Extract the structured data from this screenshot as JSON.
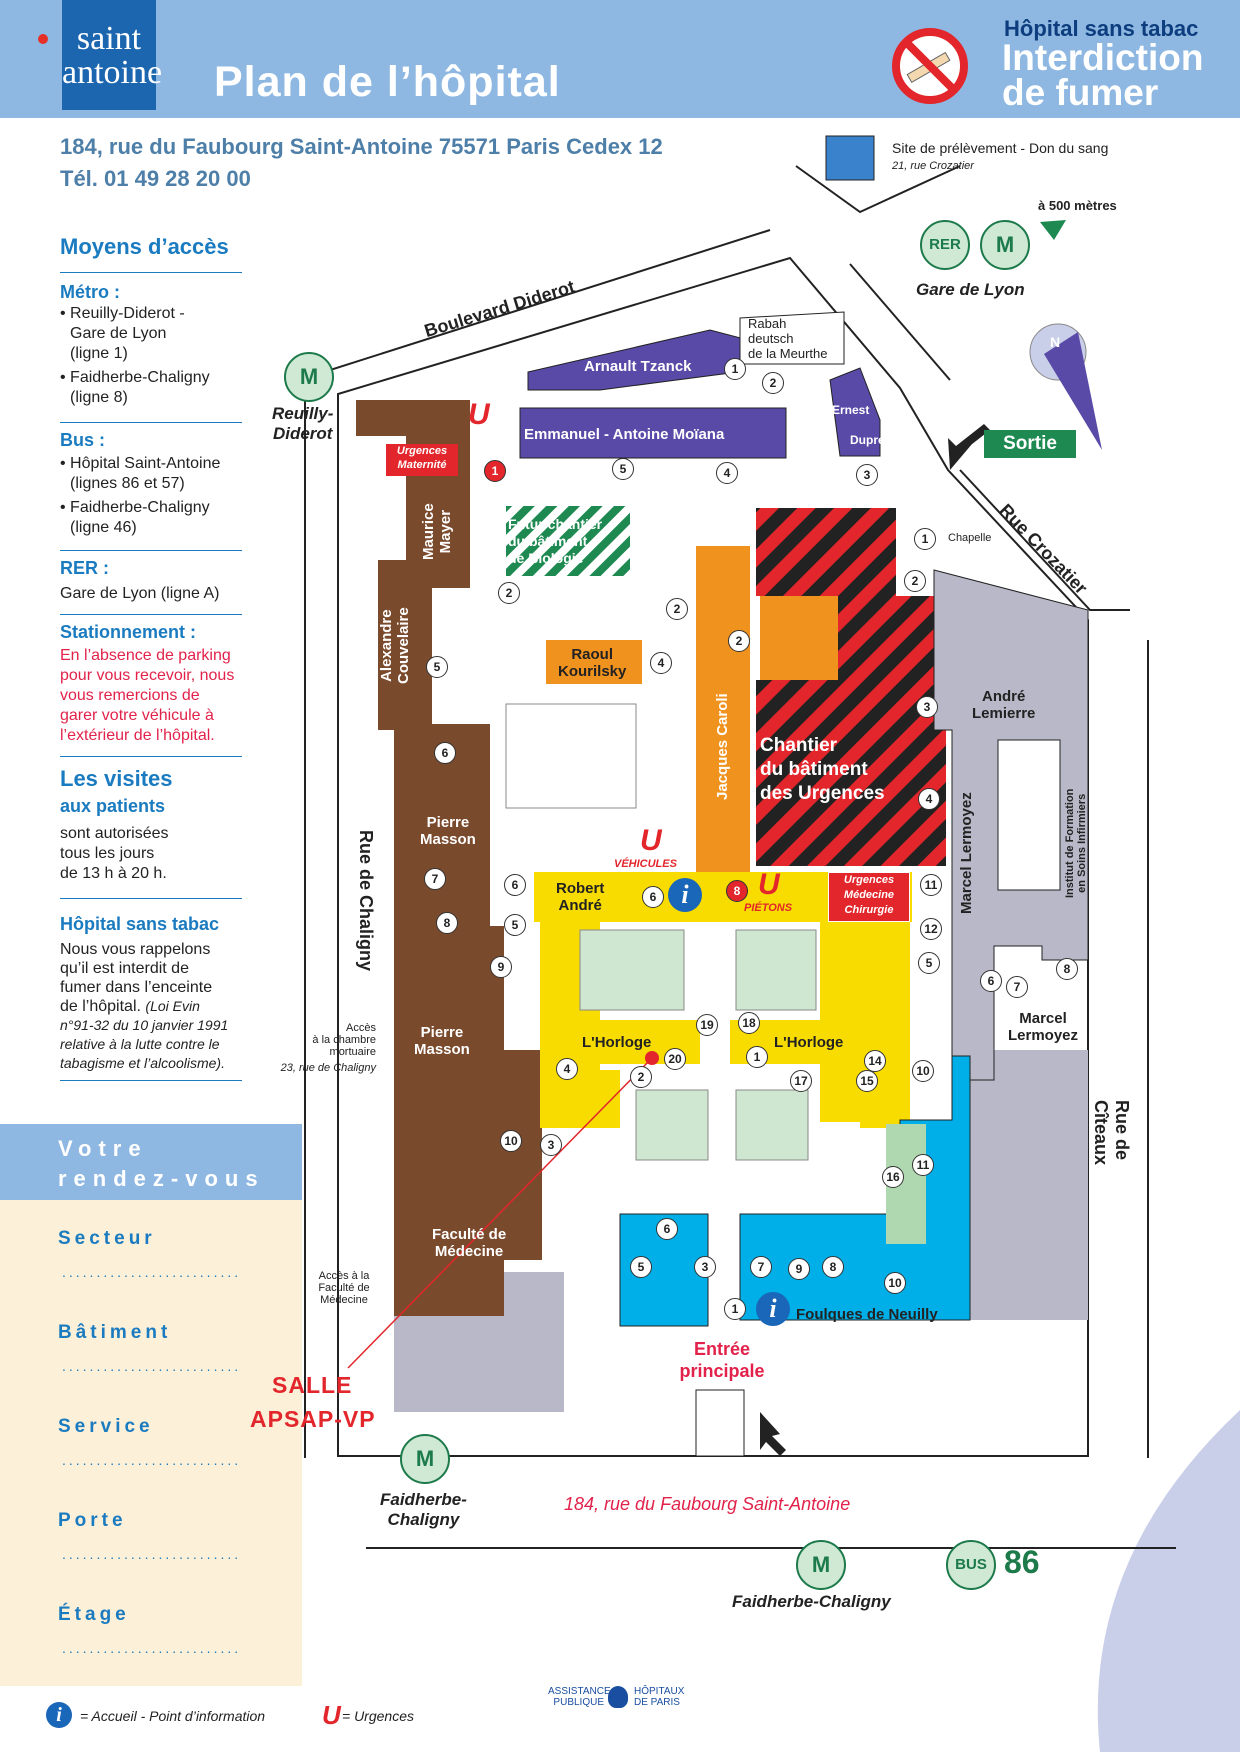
{
  "header": {
    "logo_line1": "saint",
    "logo_line2": "antoine",
    "title": "Plan de l’hôpital",
    "tabac_sub": "Hôpital sans tabac",
    "tabac_main_1": "Interdiction",
    "tabac_main_2": "de fumer"
  },
  "address": {
    "line1": "184, rue du Faubourg Saint-Antoine 75571 Paris Cedex 12",
    "line2": "Tél. 01 49 28 20 00"
  },
  "access": {
    "title": "Moyens d’accès",
    "metro_label": "Métro :",
    "metro_1": "• Reuilly-Diderot -",
    "metro_1b": "Gare de Lyon",
    "metro_1c": "(ligne 1)",
    "metro_2": "• Faidherbe-Chaligny",
    "metro_2b": "(ligne 8)",
    "bus_label": "Bus :",
    "bus_1": "• Hôpital Saint-Antoine",
    "bus_1b": "(lignes 86 et 57)",
    "bus_2": "• Faidherbe-Chaligny",
    "bus_2b": "(ligne 46)",
    "rer_label": "RER :",
    "rer_1": "Gare de Lyon (ligne A)",
    "parking_label": "Stationnement :",
    "parking_1": "En l’absence de parking",
    "parking_2": "pour vous recevoir, nous",
    "parking_3": "vous remercions de",
    "parking_4": "garer votre véhicule à",
    "parking_5": "l’extérieur de l’hôpital.",
    "visits_title": "Les visites",
    "visits_sub": "aux patients",
    "visits_1": "sont autorisées",
    "visits_2": "tous les jours",
    "visits_3": "de 13 h à 20 h.",
    "tabac_title": "Hôpital sans tabac",
    "tabac_1": "Nous vous rappelons",
    "tabac_2": "qu’il est interdit de",
    "tabac_3": "fumer dans l’enceinte",
    "tabac_4": "de l’hôpital.",
    "tabac_5": "(Loi Evin",
    "tabac_6": "n°91-32 du 10 janvier 1991",
    "tabac_7": "relative à la lutte contre le",
    "tabac_8": "tabagisme et l’alcoolisme)."
  },
  "rdv": {
    "title_1": "Votre",
    "title_2": "rendez-vous",
    "fields": [
      "Secteur",
      "Bâtiment",
      "Service",
      "Porte",
      "Étage"
    ],
    "dots": ".........................."
  },
  "legend": {
    "info": "= Accueil - Point d’information",
    "urgences": "= Urgences",
    "aphp_1": "ASSISTANCE",
    "aphp_2": "PUBLIQUE",
    "aphp_3": "HÔPITAUX",
    "aphp_4": "DE PARIS"
  },
  "map": {
    "don_sang": "Site de prélèvement - Don du sang",
    "don_sang_addr": "21, rue Crozatier",
    "distance": "à 500 mètres",
    "rer": "RER",
    "metro": "M",
    "gare_lyon": "Gare de Lyon",
    "reuilly_1": "Reuilly-",
    "reuilly_2": "Diderot",
    "faidherbe_1": "Faidherbe-",
    "faidherbe_2": "Chaligny",
    "faidherbe_bottom": "Faidherbe-Chaligny",
    "bus": "BUS",
    "bus_num": "86",
    "sortie": "Sortie",
    "compass": "N",
    "street_diderot": "Boulevard Diderot",
    "street_crozatier": "Rue Crozatier",
    "street_chaligny": "Rue de Chaligny",
    "street_citeaux": "Rue de Cîteaux",
    "street_faubourg": "184, rue du Faubourg Saint-Antoine",
    "entree_1": "Entrée",
    "entree_2": "principale",
    "salle_1": "SALLE",
    "salle_2": "APSAP-VP",
    "acces_morgue_1": "Accès",
    "acces_morgue_2": "à la chambre",
    "acces_morgue_3": "mortuaire",
    "acces_morgue_4": "23, rue de Chaligny",
    "acces_fac_1": "Accès à la",
    "acces_fac_2": "Faculté de",
    "acces_fac_3": "Médecine",
    "urg_mat_1": "Urgences",
    "urg_mat_2": "Maternité",
    "urg_med_1": "Urgences",
    "urg_med_2": "Médecine",
    "urg_med_3": "Chirurgie",
    "vehicules": "VÉHICULES",
    "pietons": "PIÉTONS",
    "u": "U",
    "chapelle": "Chapelle",
    "buildings": {
      "arnault": "Arnault Tzanck",
      "rabah_1": "Rabah",
      "rabah_2": "deutsch",
      "rabah_3": "de la Meurthe",
      "emmanuel": "Emmanuel  -  Antoine Moïana",
      "ernest": "Ernest",
      "dupre": "Dupré",
      "maurice_1": "Maurice",
      "maurice_2": "Mayer",
      "alexandre_1": "Alexandre",
      "alexandre_2": "Couvelaire",
      "biologie_1": "Futur chantier",
      "biologie_2": "du bâtiment",
      "biologie_3": "de Biologie",
      "raoul_1": "Raoul",
      "raoul_2": "Kourilsky",
      "caroli": "Jacques Caroli",
      "chantier_1": "Chantier",
      "chantier_2": "du bâtiment",
      "chantier_3": "des Urgences",
      "lemierre_1": "André",
      "lemierre_2": "Lemierre",
      "lermoyez_v": "Marcel Lermoyez",
      "institut_1": "Institut de Formation",
      "institut_2": "en Soins Infirmiers",
      "lermoyez_1": "Marcel",
      "lermoyez_2": "Lermoyez",
      "pierre_1": "Pierre",
      "pierre_2": "Masson",
      "robert_1": "Robert",
      "robert_2": "André",
      "horloge": "L'Horloge",
      "faculte_1": "Faculté de",
      "faculte_2": "Médecine",
      "foulques": "Foulques de Neuilly"
    },
    "numbers": [
      "1",
      "2",
      "3",
      "4",
      "5",
      "6",
      "7",
      "8",
      "9",
      "10",
      "11",
      "12",
      "14",
      "15",
      "16",
      "17",
      "18",
      "19",
      "20"
    ]
  },
  "colors": {
    "header_bg": "#8eb8e2",
    "brown": "#7a4a2c",
    "purple": "#5a4aa8",
    "orange": "#f0921e",
    "red": "#e2262b",
    "yellow": "#f8dc00",
    "blue": "#00aee8",
    "grey": "#b8b8c8",
    "green": "#1e8a52"
  }
}
